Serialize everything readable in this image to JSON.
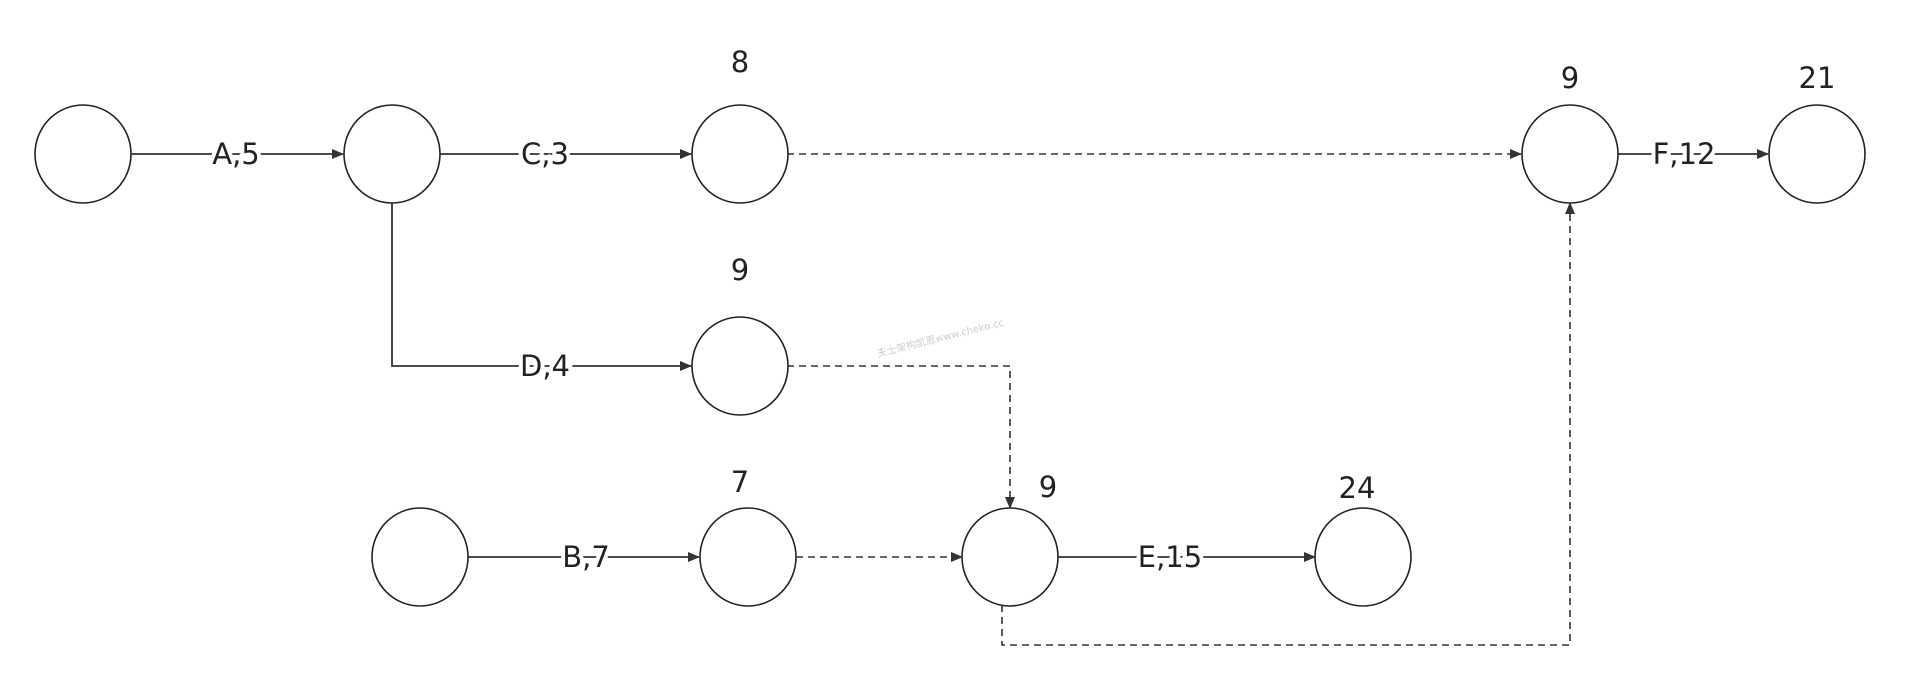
{
  "diagram": {
    "type": "activity-on-arrow network",
    "nodes": [
      {
        "id": "n1",
        "label": ""
      },
      {
        "id": "n2",
        "label": ""
      },
      {
        "id": "n3",
        "label": "8"
      },
      {
        "id": "n4",
        "label": "9"
      },
      {
        "id": "n5",
        "label": "21"
      },
      {
        "id": "n6",
        "label": "9"
      },
      {
        "id": "n7",
        "label": ""
      },
      {
        "id": "n8",
        "label": "7"
      },
      {
        "id": "n9",
        "label": "9"
      },
      {
        "id": "n10",
        "label": "24"
      }
    ],
    "edges": [
      {
        "from": "n1",
        "to": "n2",
        "label": "A,5",
        "style": "solid"
      },
      {
        "from": "n2",
        "to": "n3",
        "label": "C,3",
        "style": "solid"
      },
      {
        "from": "n3",
        "to": "n4",
        "label": "",
        "style": "dashed"
      },
      {
        "from": "n4",
        "to": "n5",
        "label": "F,12",
        "style": "solid"
      },
      {
        "from": "n2",
        "to": "n6",
        "label": "D,4",
        "style": "solid"
      },
      {
        "from": "n6",
        "to": "n9",
        "label": "",
        "style": "dashed"
      },
      {
        "from": "n7",
        "to": "n8",
        "label": "B,7",
        "style": "solid"
      },
      {
        "from": "n8",
        "to": "n9",
        "label": "",
        "style": "dashed"
      },
      {
        "from": "n9",
        "to": "n10",
        "label": "E,15",
        "style": "solid"
      },
      {
        "from": "n9",
        "to": "n4",
        "label": "",
        "style": "dashed"
      }
    ],
    "watermark": "夫士架构凯恩www.cheko.cc"
  }
}
